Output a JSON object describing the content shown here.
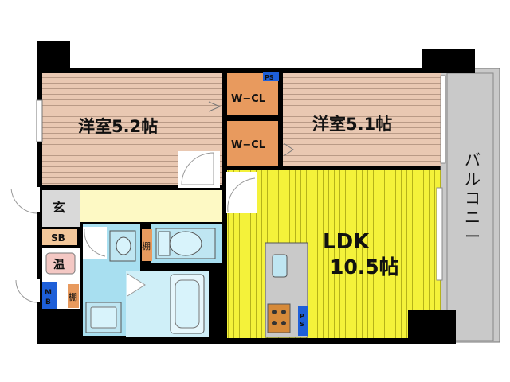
{
  "rooms": {
    "western_room_1": "洋室5.2帖",
    "western_room_2": "洋室5.1帖",
    "wcl_1": "W−CL",
    "wcl_2": "W−CL",
    "ldk_name": "LDK",
    "ldk_size": "10.5帖",
    "balcony": "バルコニー",
    "entrance": "玄",
    "shoe_box": "SB",
    "water_heater": "温",
    "meter_box": "MB",
    "shelf_1": "棚",
    "shelf_2": "棚",
    "pipe_space_1": "PS",
    "pipe_space_2": "PS"
  },
  "colors": {
    "western_floor": "#e9c8b2",
    "closet": "#e89a5e",
    "ldk_floor": "#f4f23a",
    "hall_floor": "#fdf9c4",
    "wet_area": "#a8dff0",
    "bath": "#cfeff8",
    "balcony": "#c9c9c9",
    "wall": "#000000",
    "ps_box": "#1e5fd8",
    "water_heater": "#f4c8c4",
    "entrance_floor": "#d9d9d9",
    "shoe_box": "#f3c79a"
  }
}
